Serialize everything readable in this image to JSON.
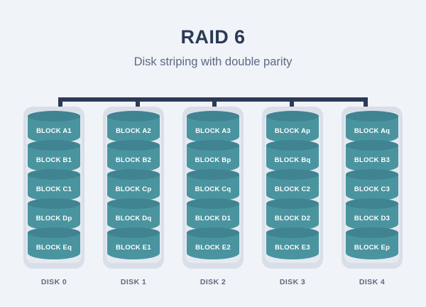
{
  "header": {
    "title": "RAID 6",
    "subtitle": "Disk striping with double parity"
  },
  "colors": {
    "background": "#f0f3f7",
    "title": "#2b3a55",
    "subtitle": "#5b6b85",
    "bus": "#2b3a55",
    "disk_case": "#d9dfe9",
    "block_body": "#4a949f",
    "block_top": "#3f8490",
    "block_text": "#ffffff",
    "disk_label": "#5b6b85"
  },
  "bus": {
    "name": "controller-bus",
    "orientation": "horizontal",
    "drop_count": 5
  },
  "disks": [
    {
      "label": "DISK 0",
      "blocks": [
        {
          "text": "BLOCK A1"
        },
        {
          "text": "BLOCK B1"
        },
        {
          "text": "BLOCK C1"
        },
        {
          "text": "BLOCK Dp"
        },
        {
          "text": "BLOCK Eq"
        }
      ]
    },
    {
      "label": "DISK 1",
      "blocks": [
        {
          "text": "BLOCK A2"
        },
        {
          "text": "BLOCK B2"
        },
        {
          "text": "BLOCK Cp"
        },
        {
          "text": "BLOCK Dq"
        },
        {
          "text": "BLOCK E1"
        }
      ]
    },
    {
      "label": "DISK 2",
      "blocks": [
        {
          "text": "BLOCK A3"
        },
        {
          "text": "BLOCK Bp"
        },
        {
          "text": "BLOCK Cq"
        },
        {
          "text": "BLOCK D1"
        },
        {
          "text": "BLOCK E2"
        }
      ]
    },
    {
      "label": "DISK 3",
      "blocks": [
        {
          "text": "BLOCK Ap"
        },
        {
          "text": "BLOCK Bq"
        },
        {
          "text": "BLOCK C2"
        },
        {
          "text": "BLOCK D2"
        },
        {
          "text": "BLOCK E3"
        }
      ]
    },
    {
      "label": "DISK 4",
      "blocks": [
        {
          "text": "BLOCK Aq"
        },
        {
          "text": "BLOCK B3"
        },
        {
          "text": "BLOCK C3"
        },
        {
          "text": "BLOCK D3"
        },
        {
          "text": "BLOCK Ep"
        }
      ]
    }
  ]
}
